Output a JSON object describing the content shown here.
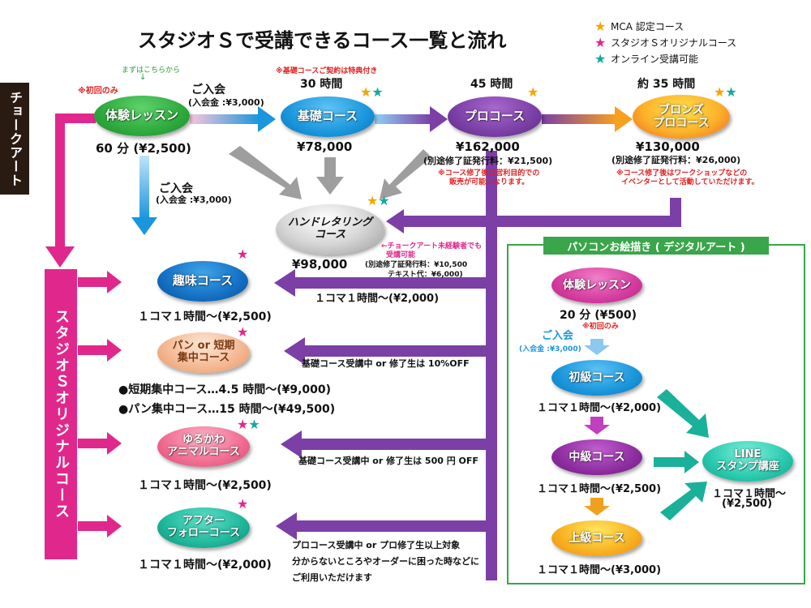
{
  "title": "スタジオＳで受講できるコース一覧と流れ",
  "legend": {
    "mca": "MCA 認定コース",
    "original": "スタジオＳオリジナルコース",
    "online": "オンライン受講可能",
    "colors": {
      "mca": "#f5a500",
      "original": "#e0288c",
      "online": "#18a89a"
    }
  },
  "sidebar": {
    "chalk_art": "チョークアート",
    "original_courses": "スタジオＳオリジナルコース"
  },
  "trial": {
    "hint": "まずはこちらから",
    "first_only": "※初回のみ",
    "name": "体験レッスン",
    "price": "60 分 (¥2,500)"
  },
  "enroll1": {
    "label": "ご入会",
    "fee": "(入会金 :¥3,000)"
  },
  "enroll2": {
    "label": "ご入会",
    "fee": "(入会金 :¥3,000)"
  },
  "basic": {
    "note": "※基礎コースご契約は特典付き",
    "hours": "30 時間",
    "name": "基礎コース",
    "price": "¥78,000"
  },
  "pro": {
    "hours": "45 時間",
    "name": "プロコース",
    "price": "¥162,000",
    "cert": "(別途修了証発行料：¥21,500)",
    "note1": "※コース修了後は営利目的での",
    "note2": "販売が可能になります。"
  },
  "bronze": {
    "hours": "約 35 時間",
    "name1": "ブロンズ",
    "name2": "プロコース",
    "price": "¥130,000",
    "cert": "(別途修了証発行料：¥26,000)",
    "note1": "※コース修了後はワークショップなどの",
    "note2": "イベンターとして活動していただけます。"
  },
  "lettering": {
    "name1": "ハンドレタリング",
    "name2": "コース",
    "price": "¥98,000",
    "note1": "←チョークアート未経験者でも",
    "note2": "受講可能",
    "cert": "(別途修了証発行料：¥10,500",
    "text_fee": "テキスト代：¥6,000)"
  },
  "hobby": {
    "name": "趣味コース",
    "price": "１コマ１時間～(¥2,500)"
  },
  "lettering_lesson_price": "１コマ１時間～(¥2,000)",
  "bread": {
    "name1": "パン or 短期",
    "name2": "集中コース",
    "discount": "基礎コース受講中 or 修了生は 10%OFF",
    "short": "●短期集中コース…4.5 時間～(¥9,000)",
    "pan": "●パン集中コース…15 時間～(¥49,500)"
  },
  "animal": {
    "name1": "ゆるかわ",
    "name2": "アニマルコース",
    "discount": "基礎コース受講中 or 修了生は 500 円 OFF",
    "price": "１コマ１時間～(¥2,500)"
  },
  "after": {
    "name1": "アフター",
    "name2": "フォローコース",
    "price": "１コマ１時間～(¥2,000)",
    "desc1": "プロコース受講中 or プロ修了生以上対象",
    "desc2": "分からないところやオーダーに困った時などに",
    "desc3": "ご利用いただけます"
  },
  "digital": {
    "header": "パソコンお絵描き ( デジタルアート )",
    "trial_name": "体験レッスン",
    "trial_price": "20 分 (¥500)",
    "first_only": "※初回のみ",
    "enroll": "ご入会",
    "enroll_fee": "(入会金 :¥3,000)",
    "beginner": "初級コース",
    "beginner_price": "１コマ１時間～(¥2,000)",
    "intermediate": "中級コース",
    "intermediate_price": "１コマ１時間～(¥2,500)",
    "advanced": "上級コース",
    "advanced_price": "１コマ１時間～(¥3,000)",
    "line1": "LINE",
    "line2": "スタンプ講座",
    "line_price1": "１コマ１時間～",
    "line_price2": "(¥2,500)"
  }
}
